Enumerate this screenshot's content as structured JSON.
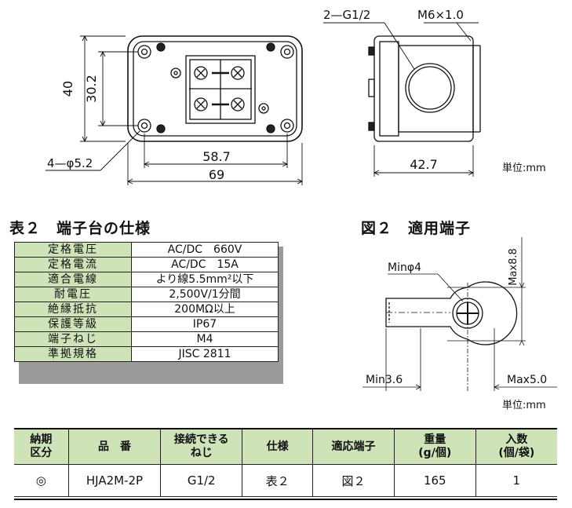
{
  "drawing_top": {
    "callout_g": "2—G1/2",
    "callout_m": "M6×1.0",
    "dim_40": "40",
    "dim_30_2": "30.2",
    "dim_58_7": "58.7",
    "dim_69": "69",
    "dim_hole": "4—φ5.2",
    "dim_42_7": "42.7",
    "unit": "単位:mm"
  },
  "spec_section": {
    "title": "表２　端子台の仕様",
    "rows": [
      {
        "label": "定格電圧",
        "value": "AC/DC　660V"
      },
      {
        "label": "定格電流",
        "value": "AC/DC　15A"
      },
      {
        "label": "適合電線",
        "value": "より線5.5mm²以下"
      },
      {
        "label": "耐電圧",
        "value": "2,500V/1分間"
      },
      {
        "label": "絶縁抵抗",
        "value": "200MΩ以上"
      },
      {
        "label": "保護等級",
        "value": "IP67"
      },
      {
        "label": "端子ねじ",
        "value": "M4"
      },
      {
        "label": "準拠規格",
        "value": "JISC 2811"
      }
    ]
  },
  "terminal_section": {
    "title": "図２　適用端子",
    "min_phi4": "Minφ4",
    "max_8_8": "Max8.8",
    "min_3_6": "Min3.6",
    "max_5_0": "Max5.0",
    "unit": "単位:mm"
  },
  "order_table": {
    "headers": [
      "納期\n区分",
      "品　番",
      "接続できる\nねじ",
      "仕様",
      "適応端子",
      "重量\n(g/個)",
      "入数\n(個/袋)"
    ],
    "row": [
      "◎",
      "HJA2M-2P",
      "G1/2",
      "表２",
      "図２",
      "165",
      "1"
    ]
  }
}
